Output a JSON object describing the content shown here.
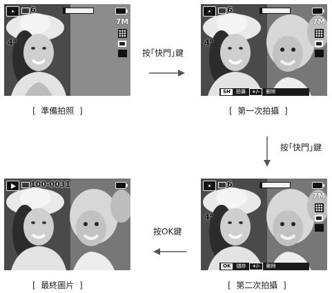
{
  "screens": {
    "ready": {
      "mode_icon": "camera-icon",
      "count": "6",
      "size": "7M",
      "flash": "4",
      "flash_sup": "A"
    },
    "first": {
      "mode_icon": "camera-icon",
      "count": "6",
      "size": "7M",
      "flash": "4",
      "flash_sup": "A",
      "key": "SH",
      "key_label": "拍攝",
      "key2": "+/-",
      "key2_label": "刪除"
    },
    "final": {
      "mode_icon": "play-icon",
      "file_number": "100-0031"
    },
    "second": {
      "mode_icon": "camera-icon",
      "count": "6",
      "size": "7M",
      "flash": "4",
      "flash_sup": "A",
      "key": "OK",
      "key_label": "儲存",
      "key2": "+/-",
      "key2_label": "刪除"
    }
  },
  "captions": {
    "ready": "[  準備拍照  ]",
    "first": "[  第一次拍攝  ]",
    "final": "[  最終圖片  ]",
    "second": "[  第二次拍攝  ]"
  },
  "arrows": {
    "to_first": "按｢快門｣鍵",
    "to_second": "按｢快門｣鍵",
    "to_final": "按OK鍵"
  },
  "colors": {
    "left_photo_bg": "#5c5c5c",
    "right_panel_bg": "#8c8c8c",
    "indicator": "#111111",
    "text": "#222222"
  }
}
